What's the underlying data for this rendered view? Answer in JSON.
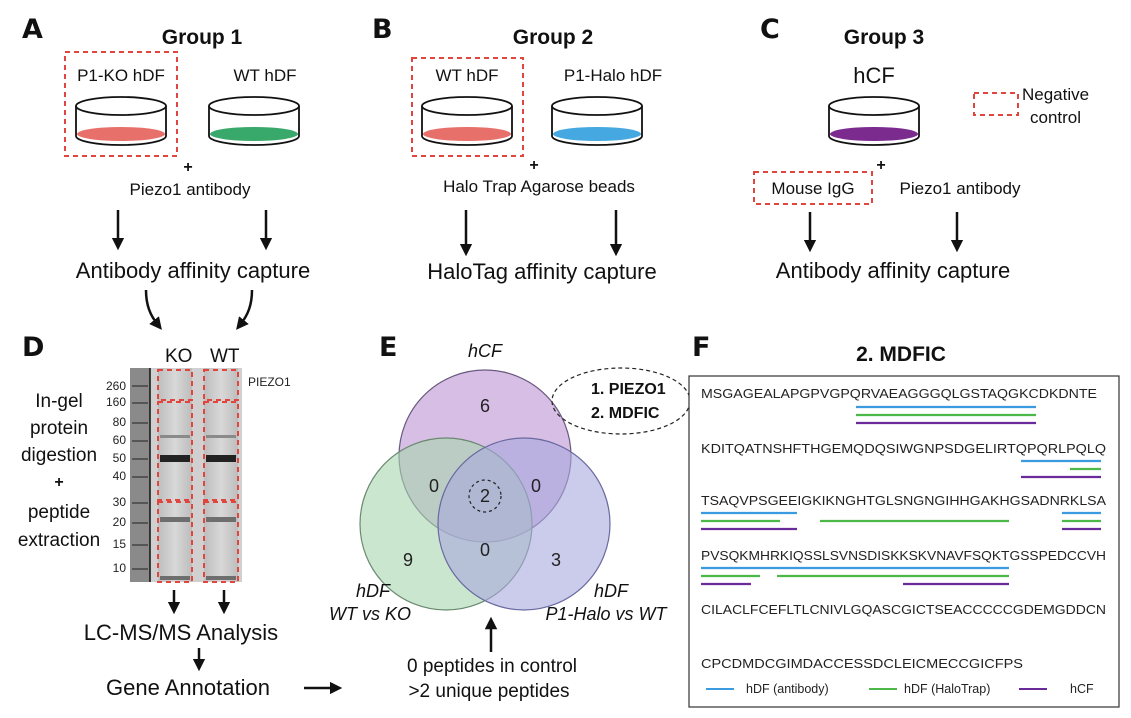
{
  "panel_letters": {
    "a": "A",
    "b": "B",
    "c": "C",
    "d": "D",
    "e": "E",
    "f": "F"
  },
  "group1": {
    "title": "Group 1",
    "dish1": "P1-KO hDF",
    "dish2": "WT hDF",
    "reagent": "Piezo1 antibody",
    "result": "Antibody affinity capture",
    "plus": "+"
  },
  "group2": {
    "title": "Group 2",
    "dish1": "WT hDF",
    "dish2": "P1-Halo hDF",
    "reagent": "Halo Trap Agarose beads",
    "result": "HaloTag affinity capture",
    "plus": "+"
  },
  "group3": {
    "title": "Group 3",
    "dish1": "hCF",
    "control_reagent": "Mouse IgG",
    "reagent": "Piezo1 antibody",
    "result": "Antibody affinity capture",
    "plus": "+"
  },
  "legend_negative": {
    "line1": "Negative",
    "line2": "control"
  },
  "colors": {
    "red_dish": "#e8706a",
    "green_dish": "#39a96b",
    "blue_dish": "#45a8e0",
    "purple_dish": "#7b2a8e",
    "negative_box": "#e0463e",
    "hcf_circle": "#c9a8dc",
    "hdf_ko_circle": "#a9d6ae",
    "halo_circle": "#a9a8de",
    "antibody_line": "#3a9be0",
    "halotrap_line": "#4cb848",
    "hcf_line": "#6a2a9a"
  },
  "panel_d": {
    "lane_ko": "KO",
    "lane_wt": "WT",
    "band_label": "PIEZO1",
    "mw_markers": [
      "260",
      "160",
      "80",
      "60",
      "50",
      "40",
      "30",
      "20",
      "15",
      "10"
    ],
    "process": {
      "l1": "In-gel",
      "l2": "protein",
      "l3": "digestion",
      "plus": "+",
      "l4": "peptide",
      "l5": "extraction"
    },
    "lcms": "LC-MS/MS Analysis",
    "gene": "Gene Annotation"
  },
  "panel_e": {
    "labels": {
      "hcf": "hCF",
      "hdf1_a": "hDF",
      "hdf1_b": "WT vs KO",
      "hdf2_a": "hDF",
      "hdf2_b": "P1-Halo vs WT"
    },
    "regions": {
      "hcf_only": "6",
      "hcf_wtko": "0",
      "hcf_halo": "0",
      "center": "2",
      "wtko_only": "9",
      "wtko_halo": "0",
      "halo_only": "3"
    },
    "hits": [
      "1. PIEZO1",
      "2. MDFIC"
    ],
    "criteria": [
      "0  peptides in control",
      ">2 unique peptides"
    ]
  },
  "panel_f": {
    "title": "2. MDFIC",
    "sequence": [
      "MSGAGEALAPGPVGPQRVAEAGGGQLGSTAQGKCDKDNTE",
      "KDITQATNSHFTHGEMQDQSIWGNPSDGELIRTQPQRLPQLQ",
      "TSAQVPSGEEIGKIKNGHTGLSNGNGIHHGAKHGSADNRKLSA",
      "PVSQKMHRKIQSSLSVNSDISKKSKVNAVFSQKTGSSPEDCCVH",
      "CILACLFCEFLTLCNIVLGQASCGICTSEACCCCCGDEMGDDCN",
      "CPCDMDCGIMDACCESSDCLEICMECCGICFPS"
    ],
    "legend": [
      "hDF (antibody)",
      "hDF (HaloTrap)",
      "hCF"
    ]
  }
}
